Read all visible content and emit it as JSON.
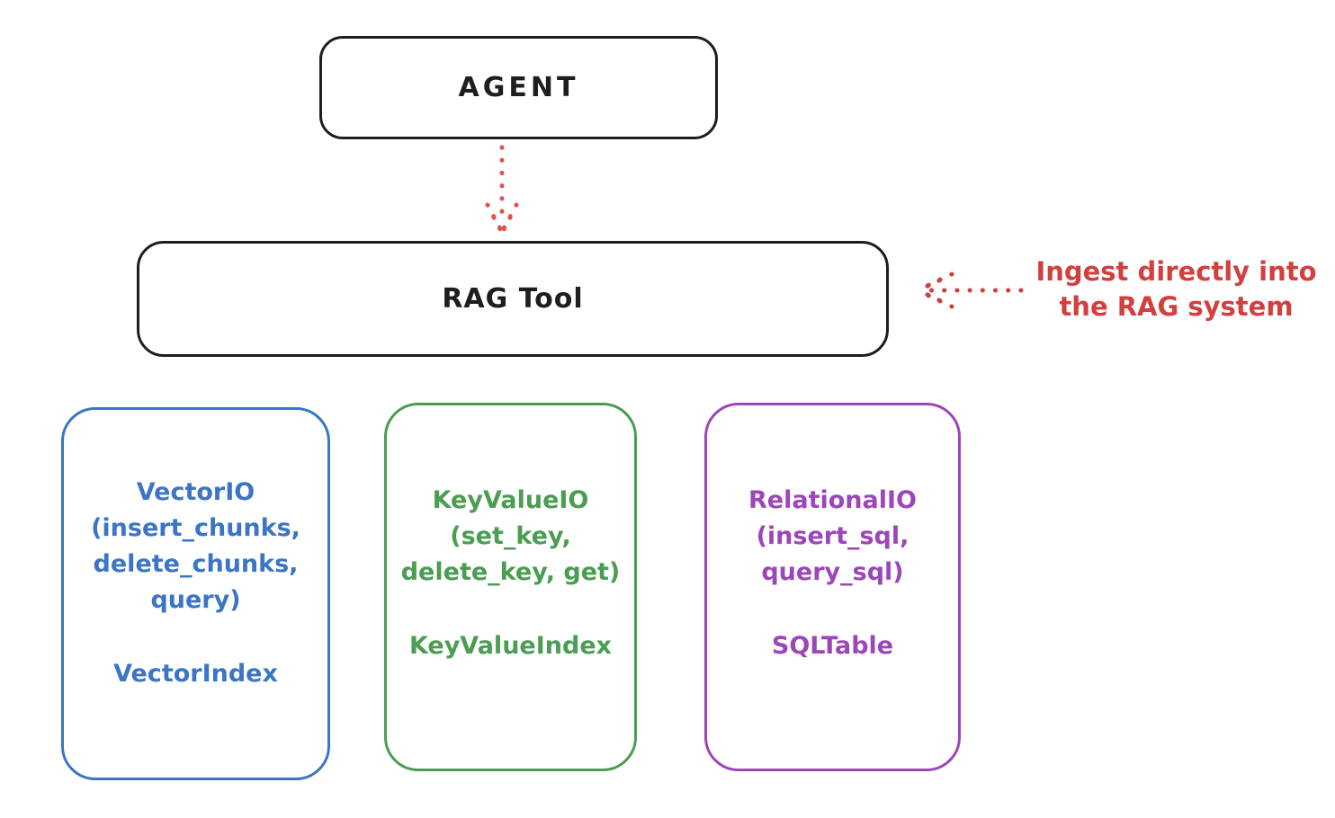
{
  "diagram": {
    "agent": {
      "label": "AGENT"
    },
    "rag_tool": {
      "label": "RAG Tool"
    },
    "annotation": {
      "text": "Ingest directly into\nthe RAG system",
      "color": "#d23f3f"
    },
    "arrows": [
      {
        "name": "agent-to-ragtool",
        "style": "dotted",
        "direction": "down",
        "color": "#e05252"
      },
      {
        "name": "annotation-to-ragtool",
        "style": "dotted",
        "direction": "left",
        "color": "#d23f3f"
      }
    ],
    "io_boxes": [
      {
        "name": "vector-io",
        "color": "#3b75c4",
        "methods": "VectorIO\n(insert_chunks,\ndelete_chunks,\nquery)",
        "index": "VectorIndex"
      },
      {
        "name": "keyvalue-io",
        "color": "#4a9d52",
        "methods": "KeyValueIO\n(set_key,\ndelete_key, get)",
        "index": "KeyValueIndex"
      },
      {
        "name": "relational-io",
        "color": "#9c46b8",
        "methods": "RelationalIO\n(insert_sql,\nquery_sql)",
        "index": "SQLTable"
      }
    ],
    "stroke_colors": {
      "black": "#1e1e1e",
      "red": "#d23f3f",
      "blue": "#3b75c4",
      "green": "#4a9d52",
      "purple": "#9c46b8"
    }
  }
}
